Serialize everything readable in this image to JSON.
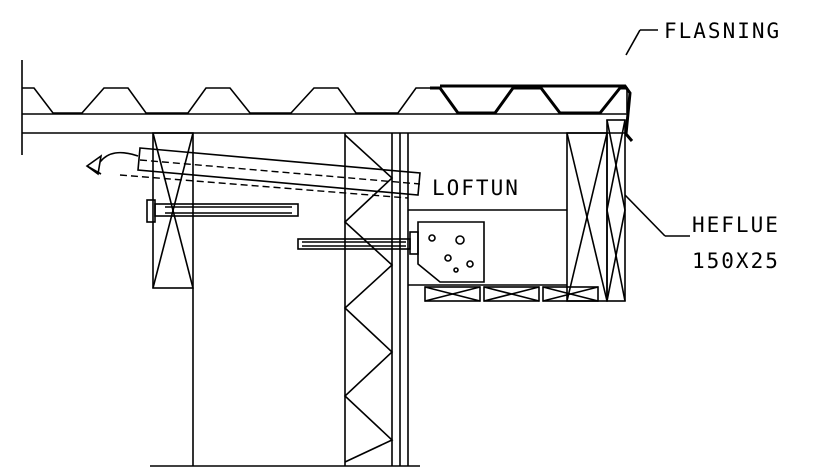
{
  "labels": {
    "flashing": "FLASNING",
    "ventilation": "LOFTUN",
    "fascia_line1": "HEFLUE",
    "fascia_line2": "150X25"
  }
}
